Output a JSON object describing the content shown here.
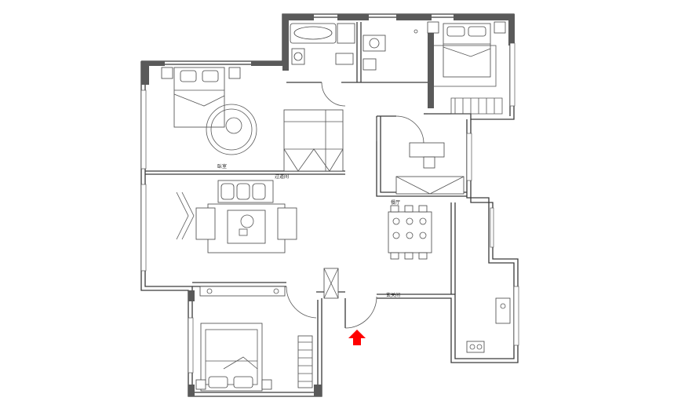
{
  "labels": {
    "bedroom_label": "臥室",
    "aisle_label": "过道间",
    "dining_label": "餐厅",
    "entry_label": "玄关间"
  },
  "colors": {
    "wall": "#3a3a3a",
    "column": "#5a5a5a",
    "entry_arrow": "#ff0000"
  },
  "icons": {
    "entry_marker": "red-up-arrow-icon"
  }
}
